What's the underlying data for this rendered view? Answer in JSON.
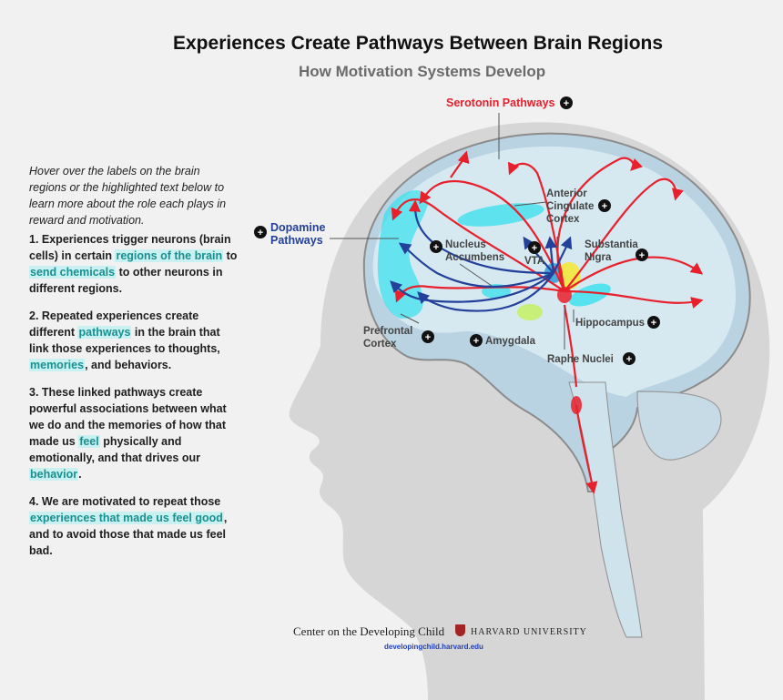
{
  "header": {
    "title": "Experiences Create Pathways Between Brain Regions",
    "subtitle": "How Motivation Systems Develop"
  },
  "sidebar": {
    "intro": "Hover over the labels on the brain regions or the highlighted text below to learn more about the role each plays in reward and motivation.",
    "step1": {
      "a": "1. Experiences trigger neurons (brain cells) in certain ",
      "h1": "regions of the brain",
      "b": " to ",
      "h2": "send chemicals",
      "c": " to other neurons in different regions."
    },
    "step2": {
      "a": "2. Repeated experiences create different ",
      "h1": "pathways",
      "b": " in the brain that link those experiences to thoughts, ",
      "h2": "memories",
      "c": ", and behaviors."
    },
    "step3": {
      "a": "3. These linked pathways create powerful associations between what we do and the memories of how that made us ",
      "h1": "feel",
      "b": " physically and emotionally, and that drives our ",
      "h2": "behavior",
      "c": "."
    },
    "step4": {
      "a": "4. We are motivated to repeat those ",
      "h1": "experiences that made us feel good",
      "b": ", and to avoid those that made us feel bad."
    }
  },
  "labels": {
    "serotonin": "Serotonin Pathways",
    "dopamine_1": "Dopamine",
    "dopamine_2": "Pathways",
    "acc_1": "Anterior",
    "acc_2": "Cingulate",
    "acc_3": "Cortex",
    "nacc_1": "Nucleus",
    "nacc_2": "Accumbens",
    "vta": "VTA",
    "sn_1": "Substantia",
    "sn_2": "Nigra",
    "hippocampus": "Hippocampus",
    "pfc_1": "Prefrontal",
    "pfc_2": "Cortex",
    "amygdala": "Amygdala",
    "raphe": "Raphe Nuclei"
  },
  "footer": {
    "organization": "Center on the Developing Child",
    "university": "HARVARD UNIVERSITY",
    "url": "developingchild.harvard.edu"
  },
  "colors": {
    "serotonin": "#e8202c",
    "dopamine": "#23409a",
    "highlight_bg": "#c9f1f1",
    "highlight_text": "#1a8f8f",
    "region_cyan": "#3fe0ee"
  }
}
